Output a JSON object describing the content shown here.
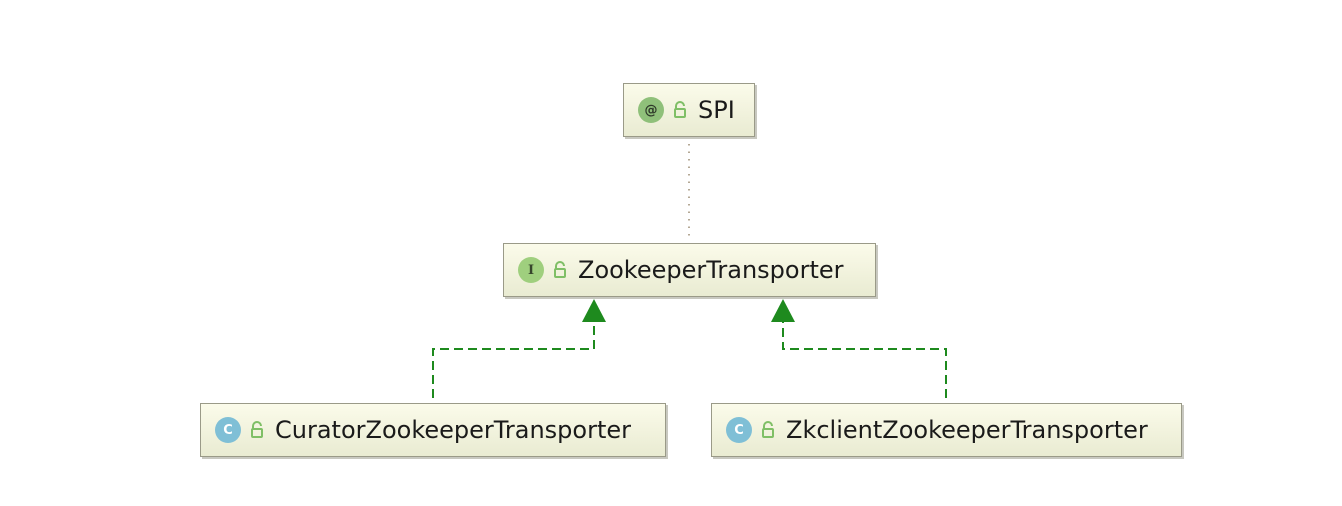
{
  "nodes": {
    "spi": {
      "badge": "@",
      "kind": "annotation",
      "name": "SPI",
      "visibility_icon": "unlock-icon"
    },
    "zookeeper_transporter": {
      "badge": "I",
      "kind": "interface",
      "name": "ZookeeperTransporter",
      "visibility_icon": "unlock-icon"
    },
    "curator": {
      "badge": "C",
      "kind": "class",
      "name": "CuratorZookeeperTransporter",
      "visibility_icon": "unlock-icon"
    },
    "zkclient": {
      "badge": "C",
      "kind": "class",
      "name": "ZkclientZookeeperTransporter",
      "visibility_icon": "unlock-icon"
    }
  },
  "edges": [
    {
      "from": "zookeeper_transporter",
      "to": "spi",
      "type": "annotated-by",
      "style": "dotted",
      "color": "#9c8c72"
    },
    {
      "from": "curator",
      "to": "zookeeper_transporter",
      "type": "implements",
      "style": "dashed",
      "color": "#1e8a1e"
    },
    {
      "from": "zkclient",
      "to": "zookeeper_transporter",
      "type": "implements",
      "style": "dashed",
      "color": "#1e8a1e"
    }
  ],
  "colors": {
    "node_border": "#9a9a88",
    "node_fill_top": "#fbfbea",
    "node_fill_bottom": "#e9ebd2",
    "implements_arrow": "#1e8a1e",
    "annotation_badge": "#8fc07a",
    "interface_badge": "#9fcf7e",
    "class_badge": "#7fbfd6"
  }
}
